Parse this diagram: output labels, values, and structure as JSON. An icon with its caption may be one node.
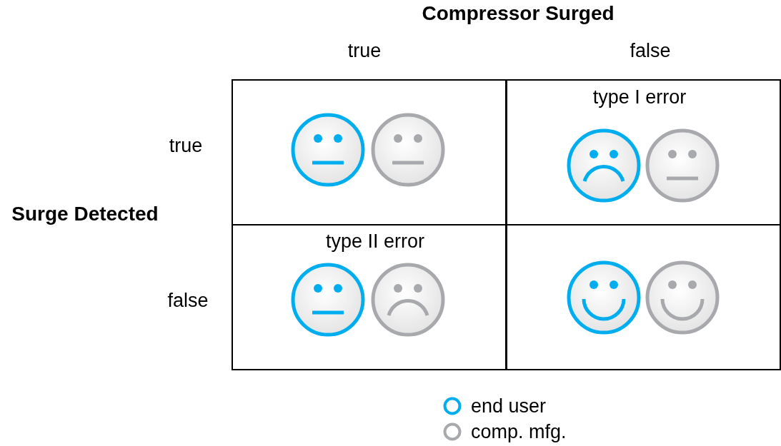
{
  "diagram": {
    "nodes": [
      {
        "text": [],
        "shape": "box"
      },
      {
        "text": [
          "type I error"
        ]
      },
      {
        "text": [
          "type II error"
        ]
      },
      {
        "text": [],
        "shape": "box"
      }
    ],
    "labels": [
      "Compressor Surged",
      "true",
      "false",
      "true",
      "Surge Detected",
      "false"
    ],
    "legend": [
      {
        "text": "end user",
        "color": "#00aeef"
      },
      {
        "text": "comp. mfg.",
        "color": "#a7a9ac"
      }
    ]
  }
}
